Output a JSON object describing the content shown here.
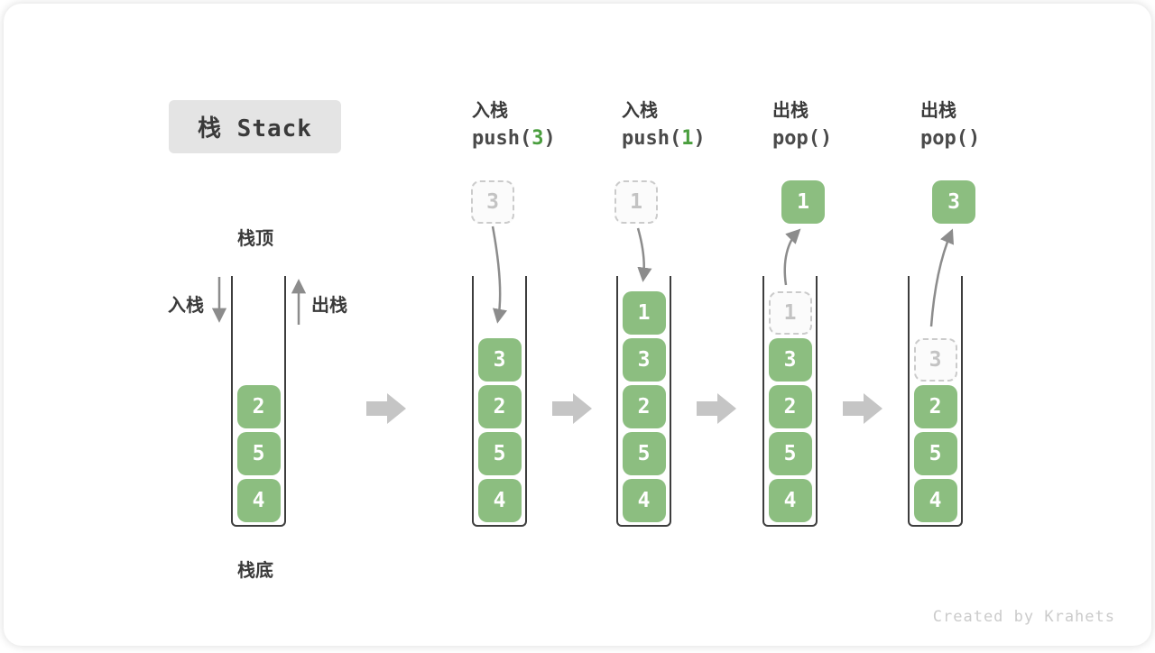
{
  "title": {
    "text": "栈 Stack"
  },
  "side_labels": {
    "stack_top": "栈顶",
    "stack_bottom": "栈底",
    "push": "入栈",
    "pop": "出栈"
  },
  "operations": [
    {
      "name": "入栈",
      "code_pre": "push(",
      "arg": "3",
      "code_post": ")"
    },
    {
      "name": "入栈",
      "code_pre": "push(",
      "arg": "1",
      "code_post": ")"
    },
    {
      "name": "出栈",
      "code_pre": "pop()",
      "arg": "",
      "code_post": ""
    },
    {
      "name": "出栈",
      "code_pre": "pop()",
      "arg": "",
      "code_post": ""
    }
  ],
  "stacks": [
    {
      "id": "initial",
      "cells": [
        {
          "value": "2",
          "row": 2,
          "dashed": false
        },
        {
          "value": "5",
          "row": 3,
          "dashed": false
        },
        {
          "value": "4",
          "row": 4,
          "dashed": false
        }
      ],
      "floating": null,
      "arrow": null
    },
    {
      "id": "after-push-3",
      "cells": [
        {
          "value": "3",
          "row": 1,
          "dashed": false
        },
        {
          "value": "2",
          "row": 2,
          "dashed": false
        },
        {
          "value": "5",
          "row": 3,
          "dashed": false
        },
        {
          "value": "4",
          "row": 4,
          "dashed": false
        }
      ],
      "floating": {
        "value": "3",
        "dashed": true
      },
      "arrow": "push"
    },
    {
      "id": "after-push-1",
      "cells": [
        {
          "value": "1",
          "row": 0,
          "dashed": false
        },
        {
          "value": "3",
          "row": 1,
          "dashed": false
        },
        {
          "value": "2",
          "row": 2,
          "dashed": false
        },
        {
          "value": "5",
          "row": 3,
          "dashed": false
        },
        {
          "value": "4",
          "row": 4,
          "dashed": false
        }
      ],
      "floating": {
        "value": "1",
        "dashed": true
      },
      "arrow": "push"
    },
    {
      "id": "after-pop-1",
      "cells": [
        {
          "value": "1",
          "row": 0,
          "dashed": true
        },
        {
          "value": "3",
          "row": 1,
          "dashed": false
        },
        {
          "value": "2",
          "row": 2,
          "dashed": false
        },
        {
          "value": "5",
          "row": 3,
          "dashed": false
        },
        {
          "value": "4",
          "row": 4,
          "dashed": false
        }
      ],
      "floating": {
        "value": "1",
        "dashed": false
      },
      "arrow": "pop"
    },
    {
      "id": "after-pop-3",
      "cells": [
        {
          "value": "3",
          "row": 1,
          "dashed": true
        },
        {
          "value": "2",
          "row": 2,
          "dashed": false
        },
        {
          "value": "5",
          "row": 3,
          "dashed": false
        },
        {
          "value": "4",
          "row": 4,
          "dashed": false
        }
      ],
      "floating": {
        "value": "3",
        "dashed": false
      },
      "arrow": "pop"
    }
  ],
  "footer": {
    "credit": "Created by Krahets"
  },
  "colors": {
    "cell_green": "#8cbe80",
    "code_arg_green": "#4a9e3e",
    "curve_arrow_gray": "#8c8c8c",
    "block_arrow_gray": "#c5c5c5",
    "dashed_border": "#cbcbcb",
    "title_bg": "#e4e4e4",
    "text_dark": "#3a3a3a",
    "credit_gray": "#cbcbcb"
  }
}
